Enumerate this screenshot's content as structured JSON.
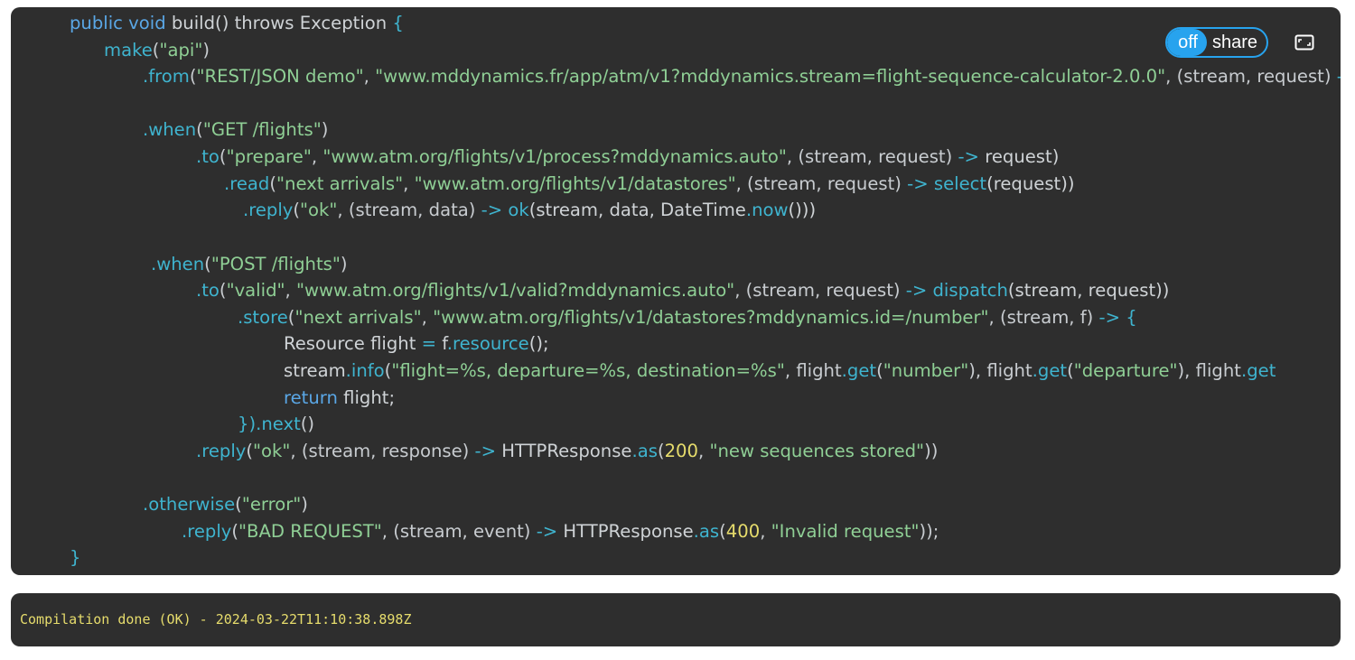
{
  "toolbar": {
    "toggle_off_label": "off",
    "toggle_share_label": "share",
    "fullscreen_icon": "fullscreen-icon"
  },
  "colors": {
    "editor_background": "#2e2e2e",
    "keyword": "#5aa7e6",
    "method": "#3fb4cf",
    "string": "#8fcf95",
    "number": "#e6dc6c",
    "toggle_accent": "#27a3ee",
    "console_text": "#e6dc6c"
  },
  "code": {
    "lines": [
      [
        [
          "kw",
          "public void "
        ],
        [
          "i",
          "build() throws Exception "
        ],
        [
          "m",
          "{"
        ]
      ],
      [
        [
          "m",
          "make"
        ],
        [
          "p",
          "("
        ],
        [
          "s",
          "\"api\""
        ],
        [
          "p",
          ")"
        ]
      ],
      [
        [
          "m",
          ".from"
        ],
        [
          "p",
          "("
        ],
        [
          "s",
          "\"REST/JSON demo\""
        ],
        [
          "p",
          ", "
        ],
        [
          "s",
          "\"www.mddynamics.fr/app/atm/v1?mddynamics.stream=flight-sequence-calculator-2.0.0\""
        ],
        [
          "p",
          ", (stream, request) "
        ],
        [
          "m",
          "->"
        ]
      ],
      [],
      [
        [
          "m",
          ".when"
        ],
        [
          "p",
          "("
        ],
        [
          "s",
          "\"GET /flights\""
        ],
        [
          "p",
          ")"
        ]
      ],
      [
        [
          "m",
          ".to"
        ],
        [
          "p",
          "("
        ],
        [
          "s",
          "\"prepare\""
        ],
        [
          "p",
          ", "
        ],
        [
          "s",
          "\"www.atm.org/flights/v1/process?mddynamics.auto\""
        ],
        [
          "p",
          ", (stream, request) "
        ],
        [
          "m",
          "->"
        ],
        [
          "i",
          " request)"
        ]
      ],
      [
        [
          "m",
          ".read"
        ],
        [
          "p",
          "("
        ],
        [
          "s",
          "\"next arrivals\""
        ],
        [
          "p",
          ", "
        ],
        [
          "s",
          "\"www.atm.org/flights/v1/datastores\""
        ],
        [
          "p",
          ", (stream, request) "
        ],
        [
          "m",
          "-> select"
        ],
        [
          "i",
          "(request))"
        ]
      ],
      [
        [
          "m",
          ".reply"
        ],
        [
          "p",
          "("
        ],
        [
          "s",
          "\"ok\""
        ],
        [
          "p",
          ", (stream, data) "
        ],
        [
          "m",
          "-> ok"
        ],
        [
          "i",
          "(stream, data, DateTime"
        ],
        [
          "m",
          ".now"
        ],
        [
          "i",
          "()))"
        ]
      ],
      [],
      [
        [
          "m",
          ".when"
        ],
        [
          "p",
          "("
        ],
        [
          "s",
          "\"POST /flights\""
        ],
        [
          "p",
          ")"
        ]
      ],
      [
        [
          "m",
          ".to"
        ],
        [
          "p",
          "("
        ],
        [
          "s",
          "\"valid\""
        ],
        [
          "p",
          ", "
        ],
        [
          "s",
          "\"www.atm.org/flights/v1/valid?mddynamics.auto\""
        ],
        [
          "p",
          ", (stream, request) "
        ],
        [
          "m",
          "-> dispatch"
        ],
        [
          "i",
          "(stream, request))"
        ]
      ],
      [
        [
          "m",
          ".store"
        ],
        [
          "p",
          "("
        ],
        [
          "s",
          "\"next arrivals\""
        ],
        [
          "p",
          ", "
        ],
        [
          "s",
          "\"www.atm.org/flights/v1/datastores?mddynamics.id=/number\""
        ],
        [
          "p",
          ", (stream, f) "
        ],
        [
          "m",
          "-> {"
        ]
      ],
      [
        [
          "i",
          "Resource flight "
        ],
        [
          "m",
          "="
        ],
        [
          "i",
          " f"
        ],
        [
          "m",
          ".resource"
        ],
        [
          "i",
          "();"
        ]
      ],
      [
        [
          "i",
          "stream"
        ],
        [
          "m",
          ".info"
        ],
        [
          "p",
          "("
        ],
        [
          "s",
          "\"flight=%s, departure=%s, destination=%s\""
        ],
        [
          "p",
          ", flight"
        ],
        [
          "m",
          ".get"
        ],
        [
          "p",
          "("
        ],
        [
          "s",
          "\"number\""
        ],
        [
          "p",
          "), flight"
        ],
        [
          "m",
          ".get"
        ],
        [
          "p",
          "("
        ],
        [
          "s",
          "\"departure\""
        ],
        [
          "p",
          "), flight"
        ],
        [
          "m",
          ".get"
        ]
      ],
      [
        [
          "kw",
          "return"
        ],
        [
          "i",
          " flight;"
        ]
      ],
      [
        [
          "m",
          "})"
        ],
        [
          "m",
          ".next"
        ],
        [
          "p",
          "()"
        ]
      ],
      [
        [
          "m",
          ".reply"
        ],
        [
          "p",
          "("
        ],
        [
          "s",
          "\"ok\""
        ],
        [
          "p",
          ", (stream, response) "
        ],
        [
          "m",
          "->"
        ],
        [
          "i",
          " HTTPResponse"
        ],
        [
          "m",
          ".as"
        ],
        [
          "p",
          "("
        ],
        [
          "n",
          "200"
        ],
        [
          "p",
          ", "
        ],
        [
          "s",
          "\"new sequences stored\""
        ],
        [
          "p",
          "))"
        ]
      ],
      [],
      [
        [
          "m",
          ".otherwise"
        ],
        [
          "p",
          "("
        ],
        [
          "s",
          "\"error\""
        ],
        [
          "p",
          ")"
        ]
      ],
      [
        [
          "m",
          ".reply"
        ],
        [
          "p",
          "("
        ],
        [
          "s",
          "\"BAD REQUEST\""
        ],
        [
          "p",
          ", (stream, event) "
        ],
        [
          "m",
          "->"
        ],
        [
          "i",
          " HTTPResponse"
        ],
        [
          "m",
          ".as"
        ],
        [
          "p",
          "("
        ],
        [
          "n",
          "400"
        ],
        [
          "p",
          ", "
        ],
        [
          "s",
          "\"Invalid request\""
        ],
        [
          "p",
          "));"
        ]
      ],
      [
        [
          "m",
          "}"
        ]
      ]
    ]
  },
  "console": {
    "message": "Compilation done (OK) - 2024-03-22T11:10:38.898Z"
  }
}
